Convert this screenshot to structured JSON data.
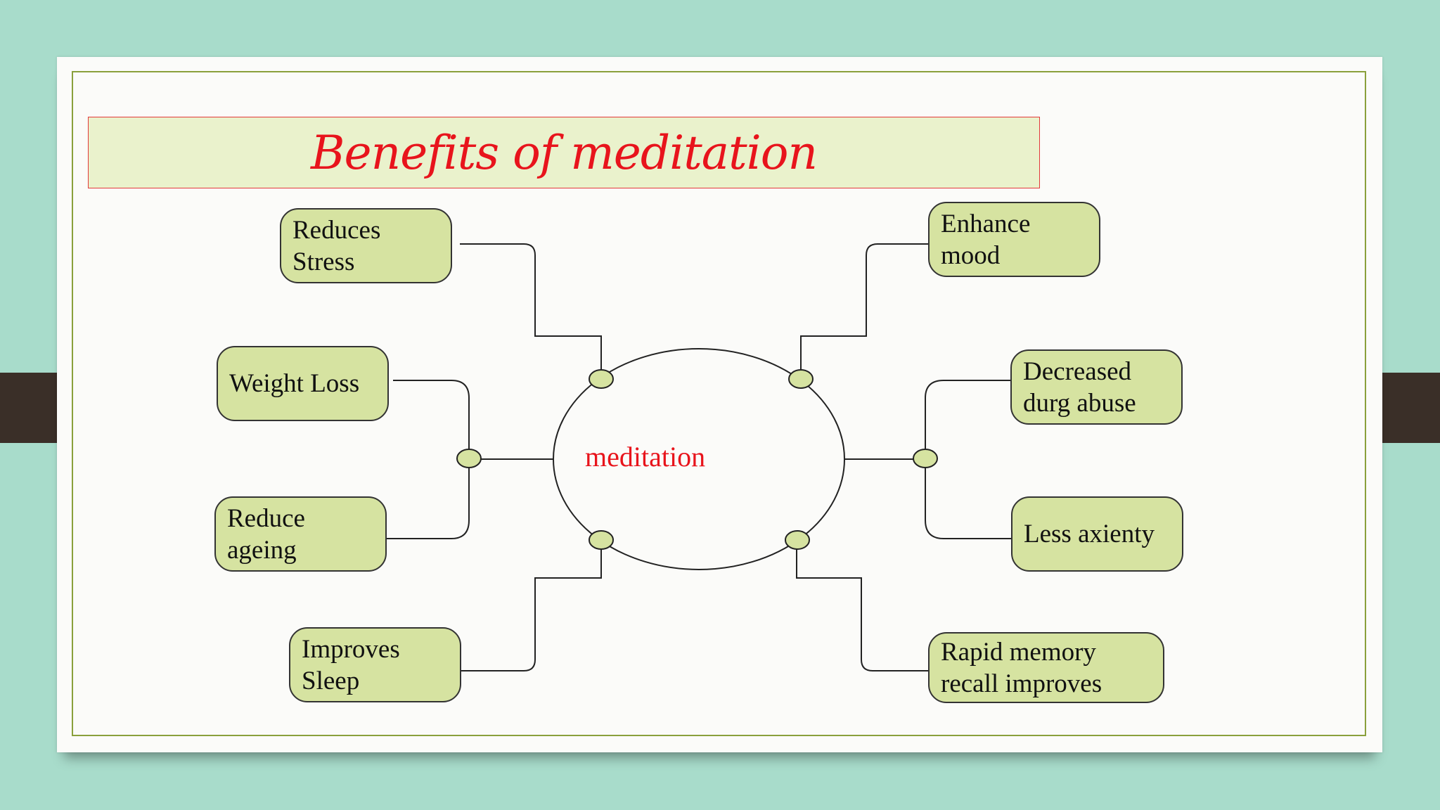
{
  "title": "Benefits of meditation",
  "center": "meditation",
  "nodes": {
    "reduces_stress": "Reduces\nStress",
    "weight_loss": "Weight Loss",
    "reduce_ageing": "Reduce\nageing",
    "improves_sleep": "Improves\nSleep",
    "enhance_mood": "Enhance\nmood",
    "decreased_drug_abuse": "Decreased\ndurg abuse",
    "less_anxiety": "Less axienty",
    "rapid_memory": "Rapid memory\nrecall improves"
  },
  "colors": {
    "background": "#a8dccb",
    "node_fill": "#d6e3a1",
    "title_fill": "#eaf2cc",
    "title_text": "#e8141c",
    "frame": "#8aa03c"
  }
}
